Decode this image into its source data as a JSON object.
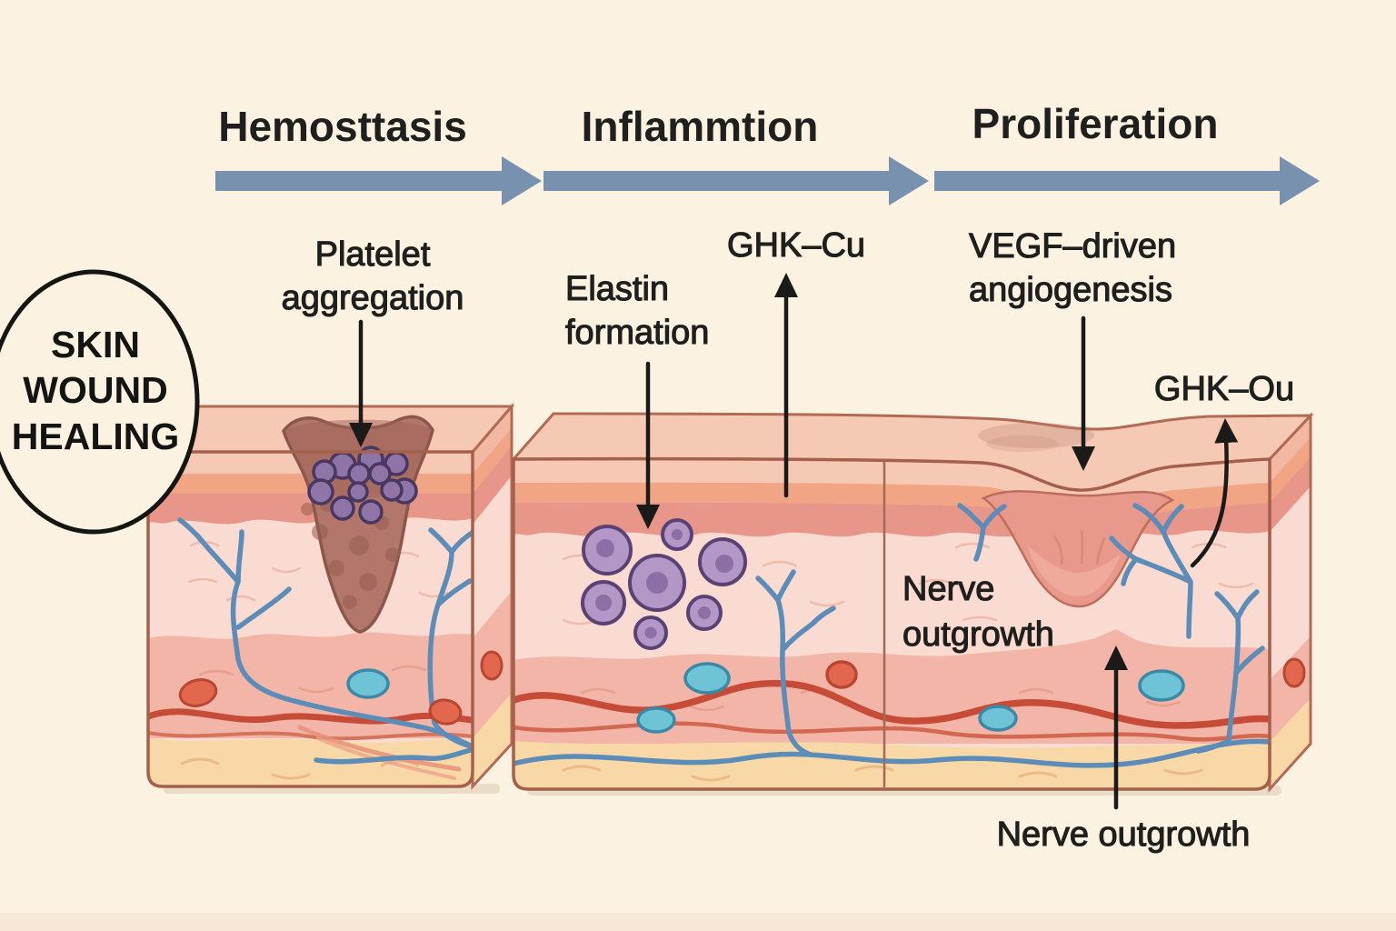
{
  "figure": {
    "badge": {
      "lines": [
        "SKIN",
        "WOUND",
        "HEALING"
      ]
    },
    "phases": [
      {
        "label": "Hemosttasis"
      },
      {
        "label": "Inflammtion"
      },
      {
        "label": "Proliferation"
      }
    ],
    "annotations": {
      "platelet": {
        "lines": [
          "Platelet",
          "aggregation"
        ]
      },
      "elastin": {
        "lines": [
          "Elastin",
          "formation"
        ]
      },
      "ghk_cu": {
        "label": "GHK–Cu"
      },
      "vegf": {
        "lines": [
          "VEGF–driven",
          "angiogenesis"
        ]
      },
      "ghk_ou": {
        "label": "GHK–Ou"
      },
      "nerve_in_panel": {
        "lines": [
          "Nerve",
          "outgrowth"
        ]
      },
      "nerve_below": {
        "label": "Nerve outgrowth"
      }
    },
    "colors": {
      "background": "#fbf2e1",
      "timeline_arrow": "#7791ae",
      "text": "#1f1f1d",
      "skin_top": "#f6c9b4",
      "epidermis_orange": "#f1a585",
      "dermis_upper_salmon": "#e9968a",
      "dermis_light_pink": "#fadbd1",
      "dermis_deep_pink": "#f3b5a8",
      "hypodermis_yellow": "#f8d8a6",
      "vessel_red": "#c64c38",
      "nerve_blue": "#5c8cb8",
      "platelet_purple": "#8f74a8",
      "immune_cell_purple": "#b397c6",
      "wound_plug_brown": "#b2766a",
      "panel_outline": "#a5604c"
    }
  }
}
